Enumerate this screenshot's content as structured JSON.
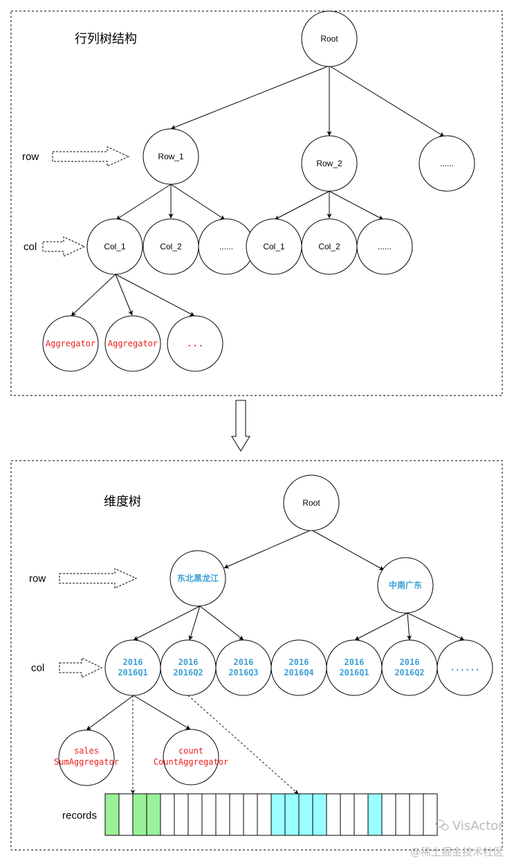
{
  "top": {
    "title": "行列树结构",
    "row_label": "row",
    "col_label": "col",
    "root": "Root",
    "rows": [
      "Row_1",
      "Row_2",
      "......"
    ],
    "row1_cols": [
      "Col_1",
      "Col_2",
      "......"
    ],
    "row2_cols": [
      "Col_1",
      "Col_2",
      "......"
    ],
    "aggregators": [
      "Aggregator",
      "Aggregator",
      "..."
    ]
  },
  "bottom": {
    "title": "维度树",
    "row_label": "row",
    "col_label": "col",
    "records_label": "records",
    "root": "Root",
    "rows": [
      "东北黑龙江",
      "中南广东"
    ],
    "cols": [
      {
        "line1": "2016",
        "line2": "2016Q1"
      },
      {
        "line1": "2016",
        "line2": "2016Q2"
      },
      {
        "line1": "2016",
        "line2": "2016Q3"
      },
      {
        "line1": "2016",
        "line2": "2016Q4"
      },
      {
        "line1": "2016",
        "line2": "2016Q1"
      },
      {
        "line1": "2016",
        "line2": "2016Q2"
      },
      {
        "line1": "......",
        "line2": ""
      }
    ],
    "aggregators": [
      {
        "line1": "sales",
        "line2": "SumAggregator"
      },
      {
        "line1": "count",
        "line2": "CountAggregator"
      }
    ],
    "record_cells": [
      "green",
      "white",
      "green",
      "green",
      "white",
      "white",
      "white",
      "white",
      "white",
      "white",
      "white",
      "white",
      "cyan",
      "cyan",
      "cyan",
      "cyan",
      "white",
      "white",
      "white",
      "cyan",
      "white",
      "white",
      "white",
      "white"
    ]
  },
  "colors": {
    "red_text": "#ee1c1c",
    "blue_text": "#3da0d6",
    "green_cell": "#99f299",
    "cyan_cell": "#99ffff"
  },
  "watermark": {
    "brand": "VisActor",
    "site": "@稀土掘金技术社区"
  }
}
